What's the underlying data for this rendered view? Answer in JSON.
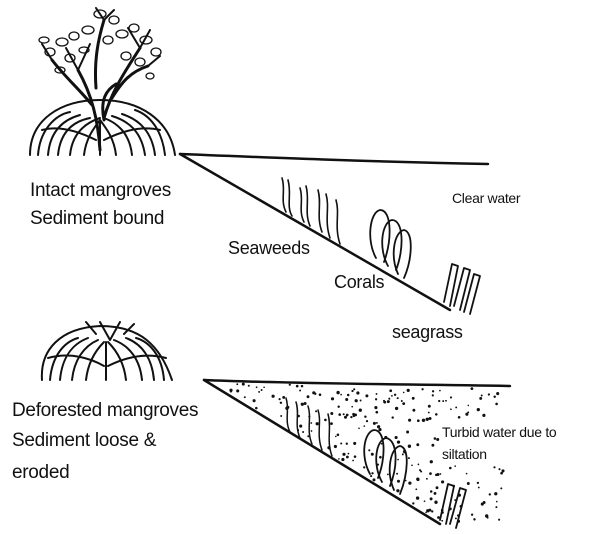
{
  "panels": {
    "intact": {
      "title_line1": "Intact mangroves",
      "title_line2": "Sediment bound",
      "water": "Clear water",
      "seaweeds": "Seaweeds",
      "corals": "Corals",
      "seagrass": "seagrass"
    },
    "deforested": {
      "title_line1": "Deforested mangroves",
      "title_line2": "Sediment loose &",
      "title_line3": "eroded",
      "water_line1": "Turbid  water due to",
      "water_line2": "siltation"
    }
  },
  "colors": {
    "ink": "#111111",
    "background": "#ffffff"
  }
}
